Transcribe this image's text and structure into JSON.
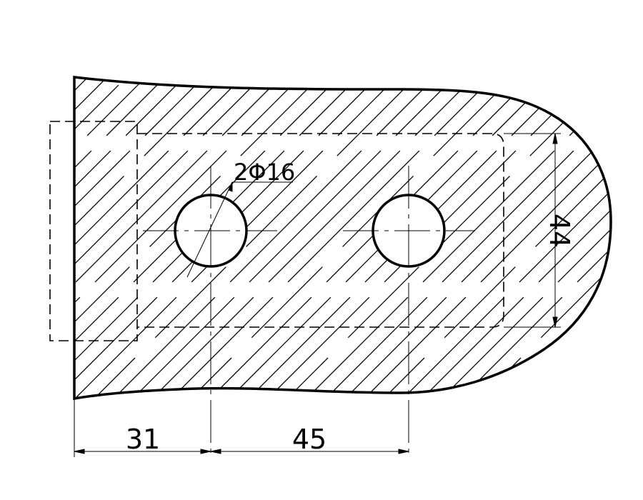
{
  "drawing": {
    "hole_callout": "2Φ16",
    "dimensions": {
      "left_to_first_hole": "31",
      "hole_spacing": "45",
      "slot_height": "44"
    },
    "colors": {
      "line": "#000000",
      "background": "#ffffff"
    }
  }
}
